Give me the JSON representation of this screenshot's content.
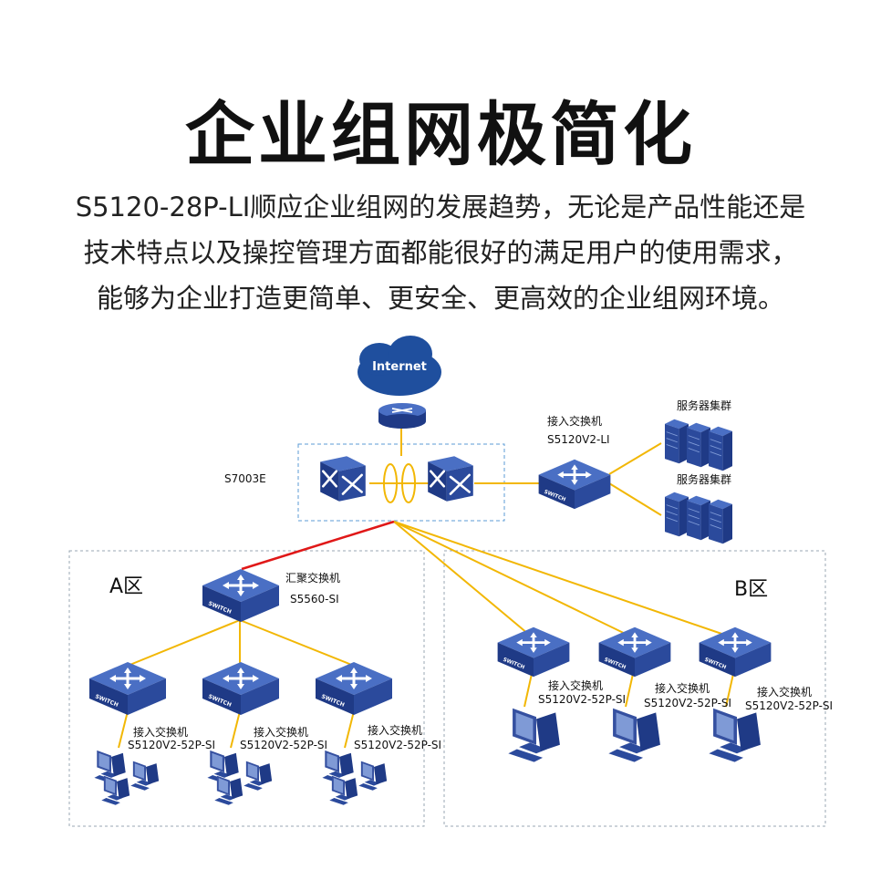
{
  "title": "企业组网极简化",
  "description": [
    "S5120-28P-LI顺应企业组网的发展趋势，无论是产品性能还是",
    "技术特点以及操控管理方面都能很好的满足用户的使用需求，",
    "能够为企业打造更简单、更安全、更高效的企业组网环境。"
  ],
  "diagram": {
    "internet_label": "Internet",
    "core_label": "S7003E",
    "access_top": {
      "name": "接入交换机",
      "model": "S5120V2-LI"
    },
    "server_cluster_1": "服务器集群",
    "server_cluster_2": "服务器集群",
    "zone_a": {
      "name": "A区",
      "aggregation_name": "汇聚交换机",
      "aggregation_model": "S5560-SI"
    },
    "zone_b": {
      "name": "B区"
    },
    "access_a": [
      {
        "name": "接入交换机",
        "model": "S5120V2-52P-SI"
      },
      {
        "name": "接入交换机",
        "model": "S5120V2-52P-SI"
      },
      {
        "name": "接入交换机",
        "model": "S5120V2-52P-SI"
      }
    ],
    "access_b": [
      {
        "name": "接入交换机",
        "model": "S5120V2-52P-SI"
      },
      {
        "name": "接入交换机",
        "model": "S5120V2-52P-SI"
      },
      {
        "name": "接入交换机",
        "model": "S5120V2-52P-SI"
      }
    ],
    "switch_text": "SWITCH",
    "colors": {
      "link": "#f2b705",
      "uplink": "#e01818",
      "device": "#24418f",
      "device_top": "#3d63b8",
      "frame": "#9aa7b3"
    }
  }
}
